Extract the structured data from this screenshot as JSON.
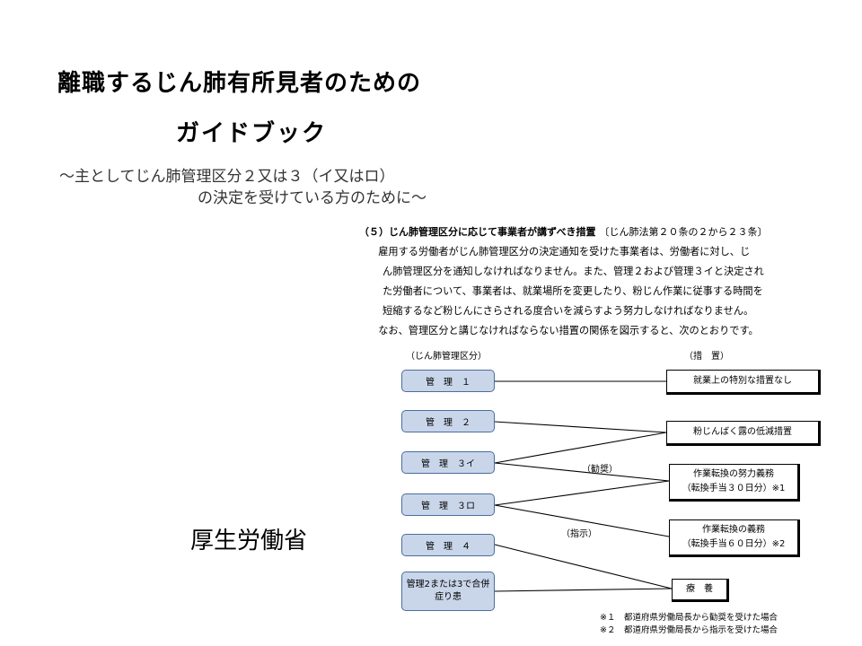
{
  "title": {
    "line1": "離職するじん肺有所見者のための",
    "line2": "ガイドブック",
    "subtitle_line1": "〜主としてじん肺管理区分２又は３（イ又はロ）",
    "subtitle_line2": "の決定を受けている方のために〜"
  },
  "publisher": "厚生労働省",
  "section": {
    "heading": "（５）じん肺管理区分に応じて事業者が講ずべき措置",
    "law_ref": "〔じん肺法第２０条の２から２３条〕",
    "paragraphs": [
      "　雇用する労働者がじん肺管理区分の決定通知を受けた事業者は、労働者に対し、じ",
      "ん肺管理区分を通知しなければなりません。また、管理２および管理３イと決定され",
      "た労働者について、事業者は、就業場所を変更したり、粉じん作業に従事する時間を",
      "短縮するなど粉じんにさらされる度合いを減らすよう努力しなければなりません。",
      "　なお、管理区分と講じなければならない措置の関係を図示すると、次のとおりです。"
    ]
  },
  "diagram": {
    "left_header": "（じん肺管理区分）",
    "right_header": "（措　置）",
    "categories": [
      "管　理　１",
      "管　理　２",
      "管　理　３イ",
      "管　理　３ロ",
      "管　理　４",
      "管理2または3で合併症り患"
    ],
    "measures": {
      "m1": "就業上の特別な措置なし",
      "m2": "粉じんばく露の低減措置",
      "m3_line1": "作業転換の努力義務",
      "m3_line2": "（転換手当３０日分）※1",
      "m4_line1": "作業転換の義務",
      "m4_line2": "（転換手当６０日分）※2",
      "m5": "療　養"
    },
    "labels": {
      "recommend": "（勧奨）",
      "instruct": "（指示）"
    },
    "notes": [
      "※１　都道府県労働局長から勧奨を受けた場合",
      "※２　都道府県労働局長から指示を受けた場合"
    ]
  }
}
